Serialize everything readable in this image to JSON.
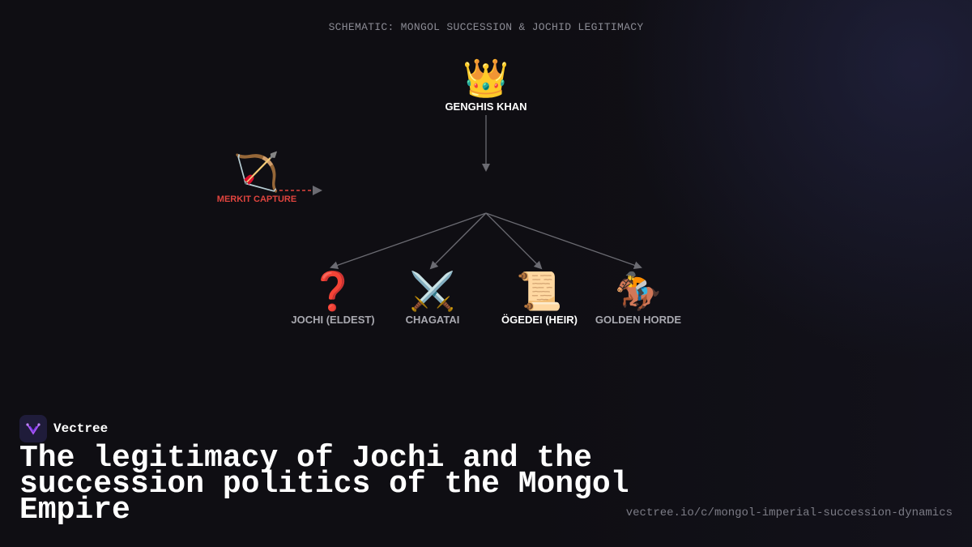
{
  "header": {
    "schematic_title": "SCHEMATIC: MONGOL SUCCESSION & JOCHID LEGITIMACY"
  },
  "diagram": {
    "root": {
      "label": "GENGHIS KHAN",
      "icon": "crown-icon",
      "glyph": "👑"
    },
    "side_note": {
      "label": "MERKIT CAPTURE",
      "icon": "bow-and-arrow-icon",
      "glyph": "🏹",
      "color": "#e0443e"
    },
    "children": [
      {
        "label": "JOCHI (ELDEST)",
        "icon": "question-mark-icon",
        "glyph": "❓"
      },
      {
        "label": "CHAGATAI",
        "icon": "crossed-swords-icon",
        "glyph": "⚔️"
      },
      {
        "label": "ÖGEDEI (HEIR)",
        "icon": "scroll-icon",
        "glyph": "📜"
      },
      {
        "label": "GOLDEN HORDE",
        "icon": "horse-racing-icon",
        "glyph": "🏇"
      }
    ],
    "colors": {
      "edge": "#6b6b72",
      "dashed_edge": "#e0443e",
      "muted_label": "#a9a9b0",
      "highlight_label": "#ffffff"
    }
  },
  "footer": {
    "brand_name": "Vectree",
    "headline": "The legitimacy of Jochi and the succession politics of the Mongol Empire",
    "url": "vectree.io/c/mongol-imperial-succession-dynamics"
  }
}
